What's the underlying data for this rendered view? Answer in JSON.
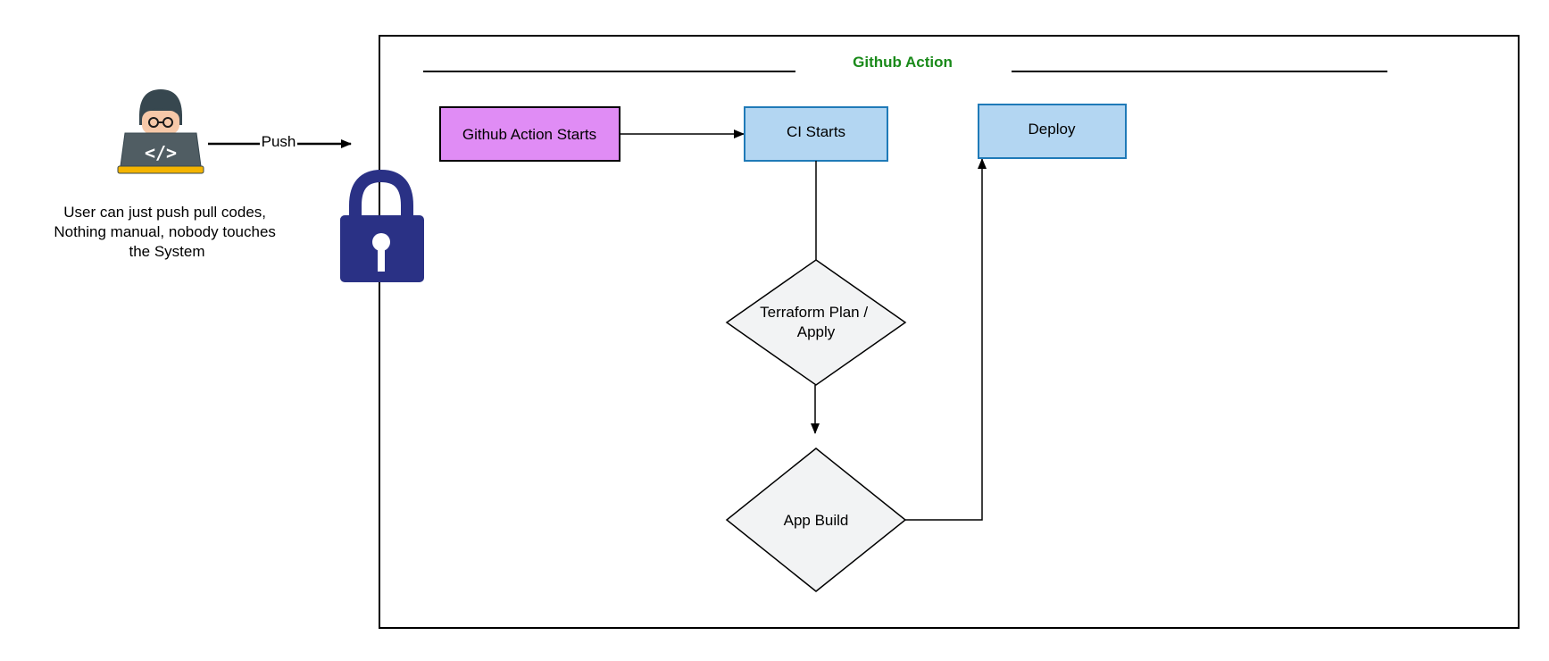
{
  "diagram": {
    "title": "Github Action",
    "push_label": "Push",
    "user_caption": [
      "User can just push pull codes,",
      "Nothing manual, nobody touches",
      "the System"
    ],
    "nodes": {
      "start": "Github Action Starts",
      "ci": "CI Starts",
      "deploy": "Deploy",
      "terraform": [
        "Terraform Plan /",
        "Apply"
      ],
      "build": "App Build"
    },
    "icons": {
      "user": "developer-laptop-icon",
      "lock": "padlock-icon"
    },
    "colors": {
      "title": "#1a8a1a",
      "start_fill": "#e08cf5",
      "process_fill": "#b3d6f2",
      "process_stroke": "#1f7ab8",
      "decision_fill": "#f2f3f4",
      "lock": "#2a3185",
      "stroke": "#000000"
    }
  }
}
